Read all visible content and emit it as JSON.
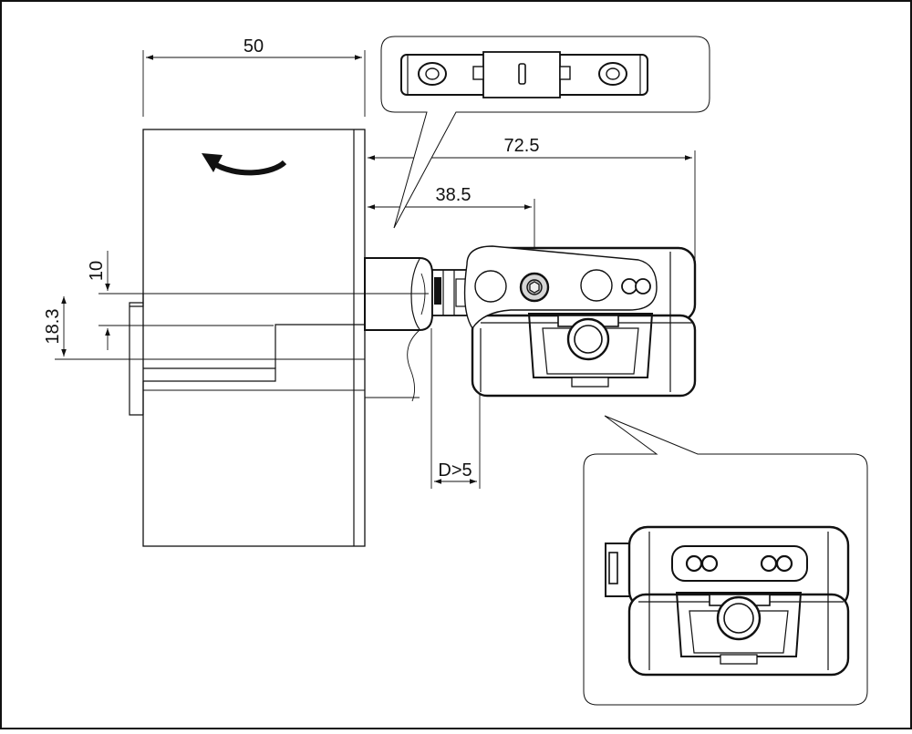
{
  "dimensions": {
    "door_width": "50",
    "overall_length": "72.5",
    "screw_offset": "38.5",
    "top_offset": "10",
    "edge_height": "18.3",
    "gap": "D>5"
  },
  "icons": {
    "rotation_arrow": "curved-arrow-icon",
    "socket_screw": "hex-socket-screw-icon"
  }
}
